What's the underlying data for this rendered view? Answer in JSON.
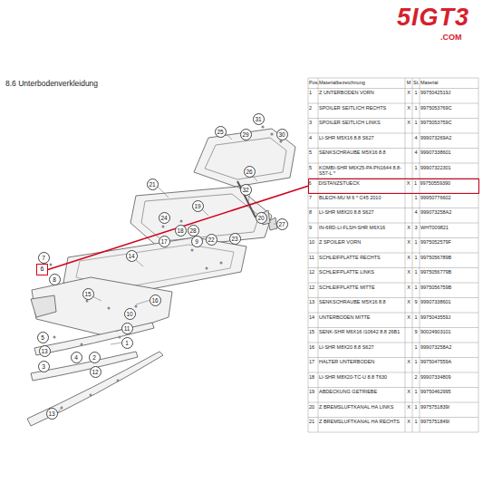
{
  "diagram": {
    "title": "8.6 Unterbodenverkleidung",
    "nodes": [
      {
        "text": [
          "6"
        ]
      },
      {
        "text": [
          "6",
          "DISTANZSTUECK",
          "X",
          "1",
          "99750559390"
        ]
      }
    ],
    "edges": [
      {
        "from": 0,
        "to": 1,
        "arrow": "none"
      }
    ],
    "labels": [
      "5IGT3",
      ".COM",
      "25",
      "31",
      "29",
      "30",
      "26",
      "32",
      "21",
      "27",
      "19",
      "20",
      "24",
      "18",
      "28",
      "17",
      "9",
      "22",
      "23",
      "14",
      "7",
      "8",
      "16",
      "15",
      "10",
      "11",
      "1",
      "5",
      "13",
      "4",
      "2",
      "3",
      "12",
      "13",
      "Pos.",
      "Materialbezeichnung",
      "M",
      "St.",
      "Material",
      "1",
      "Z UNTERBODEN VORN",
      "X",
      "1",
      "9975042519J",
      "2",
      "SPOILER SEITLICH RECHTS",
      "X",
      "1",
      "9975053769C",
      "3",
      "SPOILER SEITLICH LINKS",
      "X",
      "1",
      "9975053759C",
      "4",
      "LI-SHR M5X16 8.8 S627",
      "4",
      "999073269A2",
      "5",
      "SENKSCHRAUBE M5X16 8.8",
      "4",
      "99907338601",
      "5",
      "KOMBI-SHR M6X25-PA PN1644 8.8-S57-L *",
      "1",
      "99907322301",
      "7",
      "BLECH-MU M 6 * C45 2010",
      "1",
      "99950776602",
      "8",
      "LI-SHR M8X20 8.8 S627",
      "4",
      "999073258A2",
      "9",
      "IN-6RD-LI-FLSH-SHR M6X16",
      "X",
      "3",
      "WHT009821",
      "10",
      "Z SPOILER VORN",
      "X",
      "1",
      "9975052579F",
      "11",
      "SCHLEIFPLATTE RECHTS",
      "X",
      "1",
      "9975056789B",
      "12",
      "SCHLEIFPLATTE LINKS",
      "X",
      "1",
      "9975056779B",
      "12",
      "SCHLEIFPLATTE MITTE",
      "X",
      "1",
      "9975056759B",
      "13",
      "SENKSCHRAUBE M5X16 8.8",
      "X",
      "9",
      "99907338601",
      "14",
      "UNTERBODEN MITTE",
      "X",
      "1",
      "9975043559J",
      "15",
      "SENK-SHR M6X16 I10642 8.8 26B1",
      "9",
      "90024903101",
      "16",
      "LI-SHR M8X20 8.8 S627",
      "1",
      "999073258A2",
      "17",
      "HALTER UNTERBODEN",
      "X",
      "1",
      "9975047559A",
      "18",
      "LI-SHR M8X20-TC-U 8.8 T630",
      "2",
      "99907334809",
      "19",
      "ABDECKUNG GETRIEBE",
      "X",
      "1",
      "99750462995",
      "20",
      "Z BREMSLUFTKANAL HA LINKS",
      "X",
      "1",
      "9975751839I",
      "21",
      "Z BREMSLUFTKANAL HA RECHTS",
      "X",
      "1",
      "9975751849I"
    ]
  }
}
